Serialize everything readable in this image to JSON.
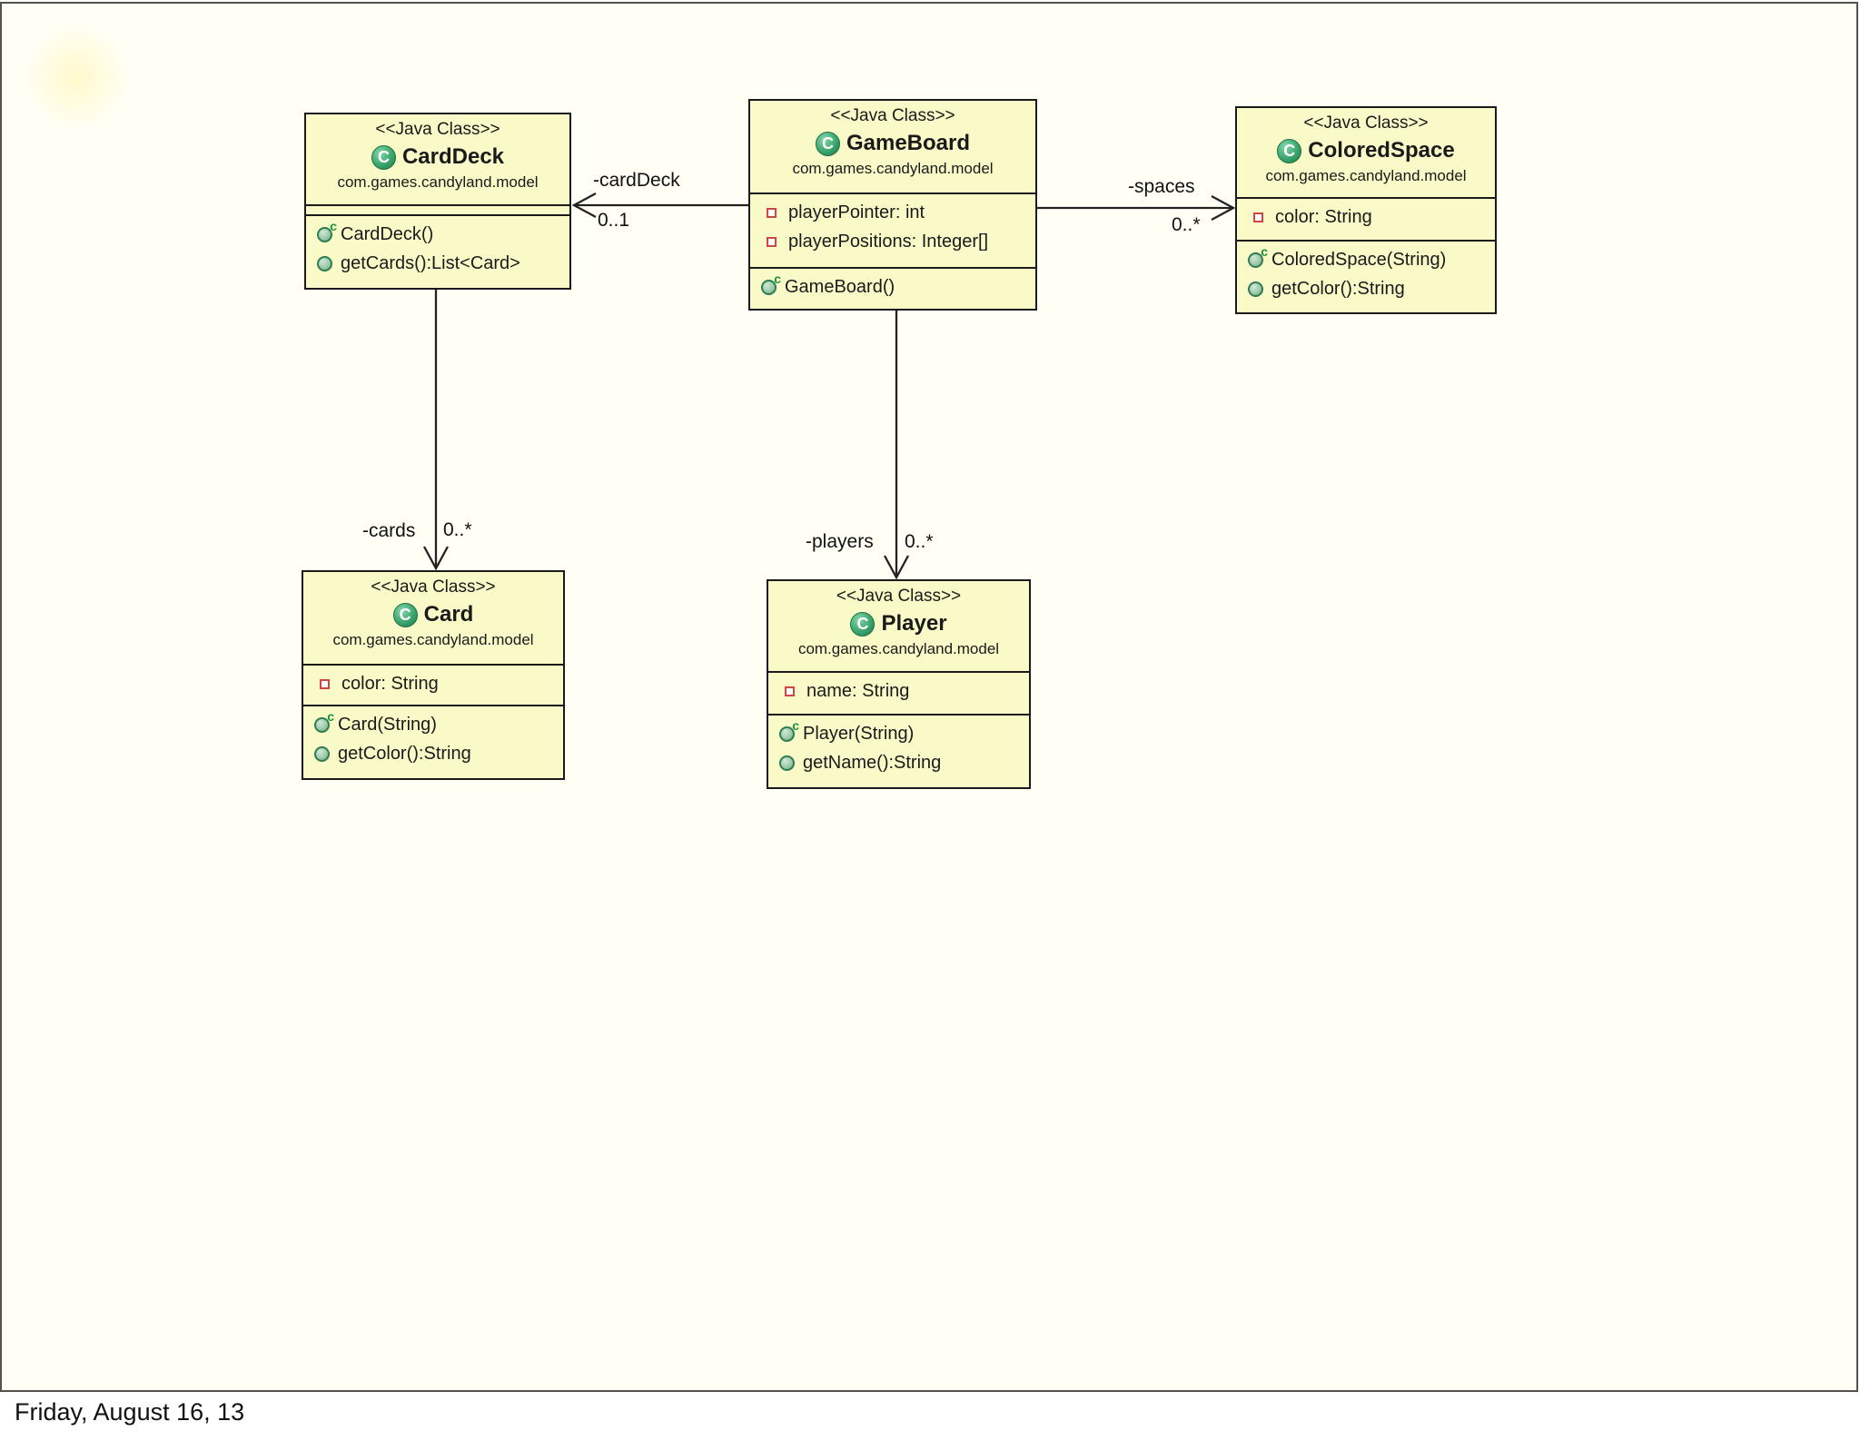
{
  "slide": {
    "footer": "Friday, August 16, 13"
  },
  "icons": {
    "class_letter": "C",
    "constructor_letter": "c"
  },
  "colors": {
    "box_fill": "#FAFAC8",
    "box_border": "#1A1A1A",
    "slide_background": "#FFFFF6",
    "frame_border": "#54534B",
    "class_icon_green": "#3AA56D",
    "field_icon_red": "#D04545",
    "connector_line": "#222222"
  },
  "classes": {
    "carddeck": {
      "stereotype": "<<Java Class>>",
      "name": "CardDeck",
      "package": "com.games.candyland.model",
      "attributes": [],
      "methods": [
        {
          "label": "CardDeck()",
          "kind": "constructor"
        },
        {
          "label": "getCards():List<Card>",
          "kind": "method"
        }
      ]
    },
    "gameboard": {
      "stereotype": "<<Java Class>>",
      "name": "GameBoard",
      "package": "com.games.candyland.model",
      "attributes": [
        {
          "label": "playerPointer: int"
        },
        {
          "label": "playerPositions: Integer[]"
        }
      ],
      "methods": [
        {
          "label": "GameBoard()",
          "kind": "constructor"
        }
      ]
    },
    "coloredspace": {
      "stereotype": "<<Java Class>>",
      "name": "ColoredSpace",
      "package": "com.games.candyland.model",
      "attributes": [
        {
          "label": "color: String"
        }
      ],
      "methods": [
        {
          "label": "ColoredSpace(String)",
          "kind": "constructor"
        },
        {
          "label": "getColor():String",
          "kind": "method"
        }
      ]
    },
    "card": {
      "stereotype": "<<Java Class>>",
      "name": "Card",
      "package": "com.games.candyland.model",
      "attributes": [
        {
          "label": "color: String"
        }
      ],
      "methods": [
        {
          "label": "Card(String)",
          "kind": "constructor"
        },
        {
          "label": "getColor():String",
          "kind": "method"
        }
      ]
    },
    "player": {
      "stereotype": "<<Java Class>>",
      "name": "Player",
      "package": "com.games.candyland.model",
      "attributes": [
        {
          "label": "name: String"
        }
      ],
      "methods": [
        {
          "label": "Player(String)",
          "kind": "constructor"
        },
        {
          "label": "getName():String",
          "kind": "method"
        }
      ]
    }
  },
  "relations": {
    "cardDeck": {
      "name": "-cardDeck",
      "multiplicity": "0..1"
    },
    "spaces": {
      "name": "-spaces",
      "multiplicity": "0..*"
    },
    "cards": {
      "name": "-cards",
      "multiplicity": "0..*"
    },
    "players": {
      "name": "-players",
      "multiplicity": "0..*"
    }
  }
}
